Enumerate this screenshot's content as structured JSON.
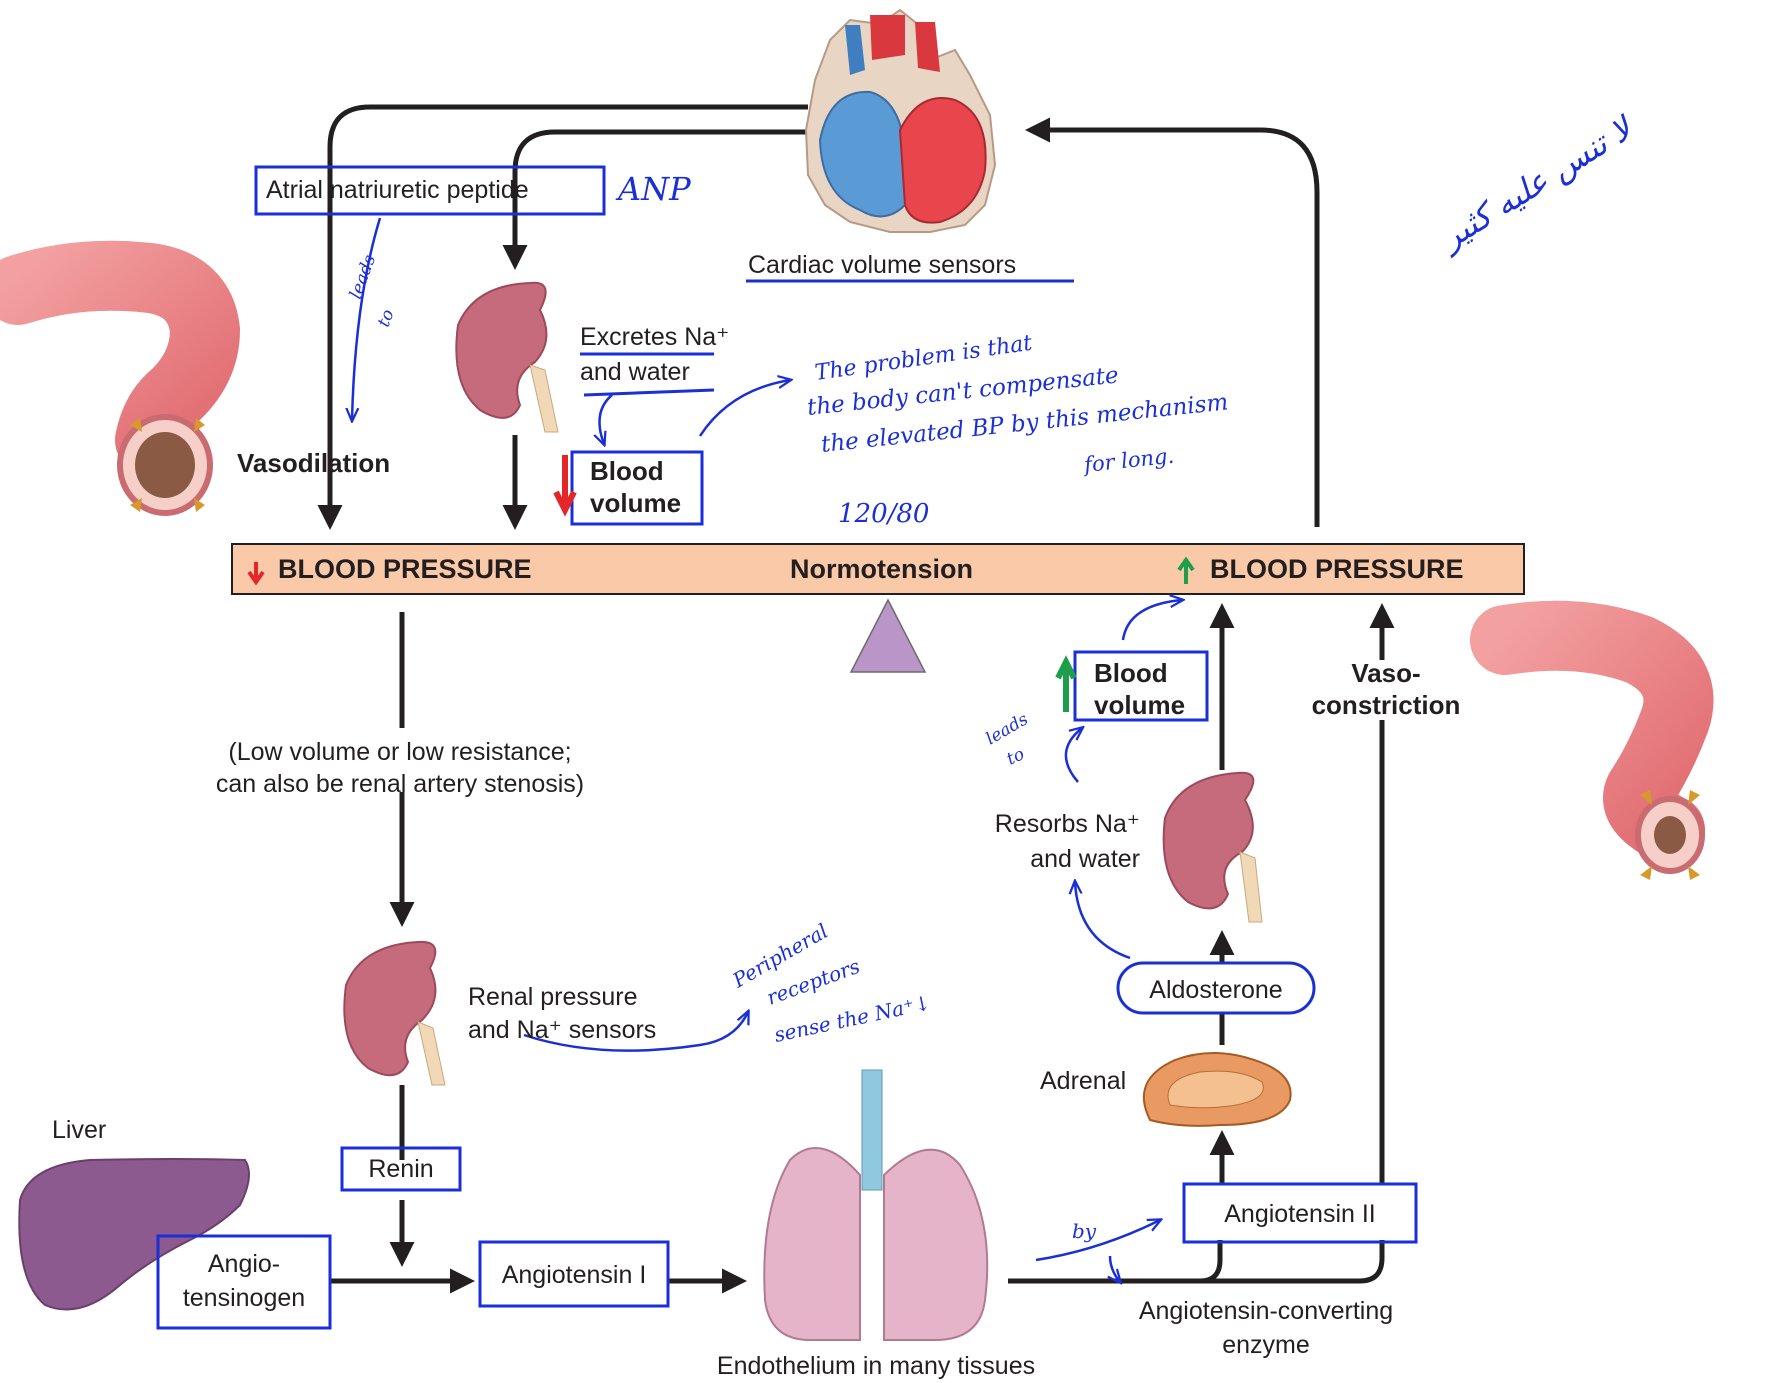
{
  "labels": {
    "anp_box": "Atrial natriuretic peptide",
    "cardiac_sensors": "Cardiac volume sensors",
    "excretes_line1": "Excretes Na⁺",
    "excretes_line2": "and water",
    "blood_volume_down_1": "Blood",
    "blood_volume_down_2": "volume",
    "vasodilation": "Vasodilation",
    "bp_low": "BLOOD PRESSURE",
    "normotension": "Normotension",
    "bp_high": "BLOOD PRESSURE",
    "blood_volume_up_1": "Blood",
    "blood_volume_up_2": "volume",
    "vaso_1": "Vaso-",
    "vaso_2": "constriction",
    "low_volume_1": "(Low volume or low resistance;",
    "low_volume_2": "can also be renal artery stenosis)",
    "resorbs_1": "Resorbs Na⁺",
    "resorbs_2": "and water",
    "renal_sensors_1": "Renal pressure",
    "renal_sensors_2": "and Na⁺ sensors",
    "aldosterone": "Aldosterone",
    "adrenal": "Adrenal",
    "liver": "Liver",
    "renin": "Renin",
    "angiotensinogen_1": "Angio-",
    "angiotensinogen_2": "tensinogen",
    "angiotensin_1": "Angiotensin I",
    "angiotensin_2": "Angiotensin II",
    "ace_1": "Angiotensin-converting",
    "ace_2": "enzyme",
    "endothelium": "Endothelium in many tissues"
  },
  "handwritten": {
    "anp": "ANP",
    "leads_to_1": "leads",
    "leads_to_2": "to",
    "problem_1": "The problem is that",
    "problem_2": "the body can't compensate",
    "problem_3": "the elevated BP by this mechanism",
    "problem_4": "for long.",
    "bp_value": "120/80",
    "peripheral_1": "Peripheral",
    "peripheral_2": "receptors",
    "peripheral_3": "sense the Na⁺↓",
    "leads_to_b_1": "leads",
    "leads_to_b_2": "to",
    "by": "by",
    "arabic": "لا تنس عليه كثير"
  },
  "colors": {
    "box_outline": "#1a2fd6",
    "bp_bar_fill": "#f9c9a8",
    "arrow": "#231f20",
    "down_arrow": "#e3262a",
    "up_arrow": "#1e9d4a",
    "triangle": "#b995c8"
  }
}
